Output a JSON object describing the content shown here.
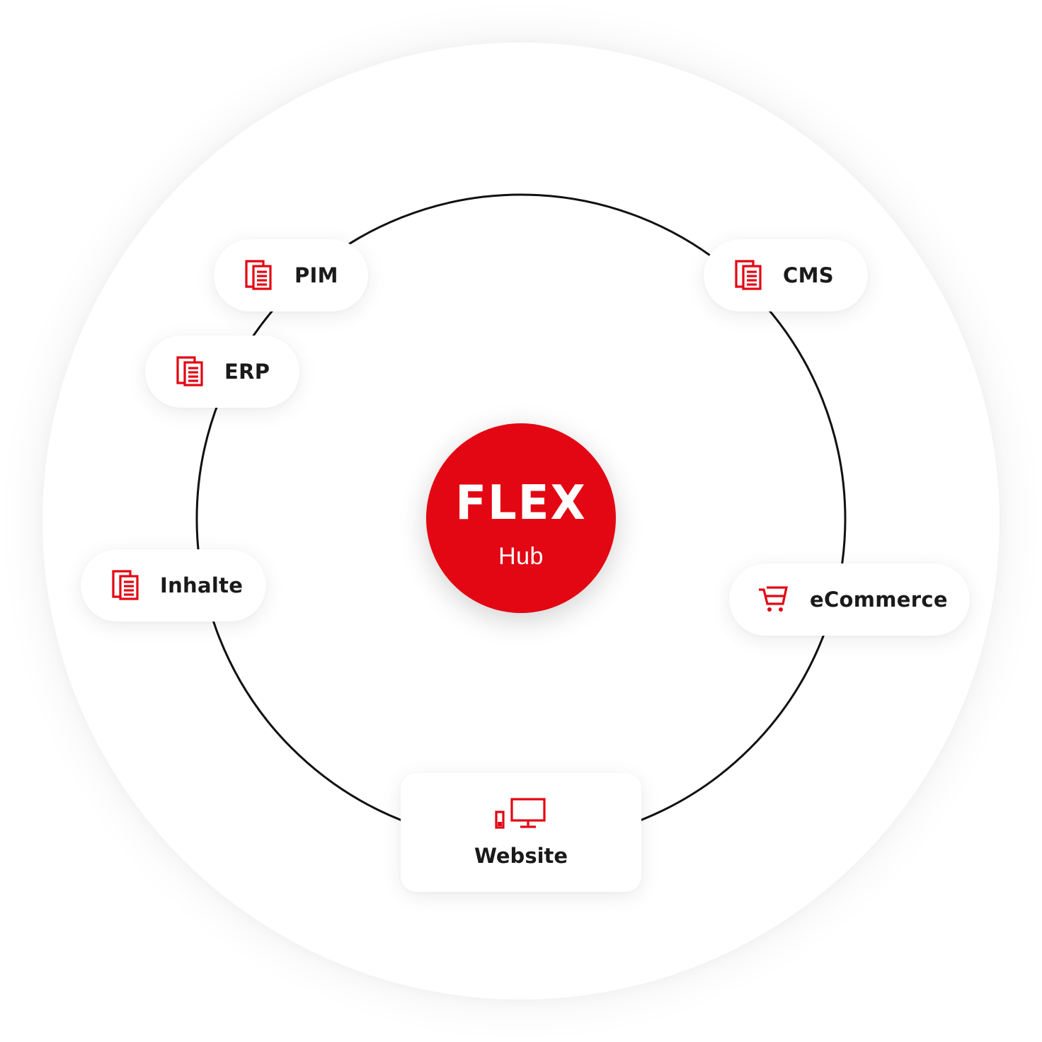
{
  "hub": {
    "logo": "FLEX",
    "subtitle": "Hub"
  },
  "nodes": {
    "pim": {
      "label": "PIM",
      "icon": "documents-icon"
    },
    "cms": {
      "label": "CMS",
      "icon": "documents-icon"
    },
    "erp": {
      "label": "ERP",
      "icon": "documents-icon"
    },
    "inhalte": {
      "label": "Inhalte",
      "icon": "documents-icon"
    },
    "ecommerce": {
      "label": "eCommerce",
      "icon": "shopping-cart-icon"
    },
    "website": {
      "label": "Website",
      "icon": "devices-icon"
    }
  },
  "colors": {
    "accent": "#e30613",
    "ring": "#111111",
    "text": "#1a1a1a"
  }
}
